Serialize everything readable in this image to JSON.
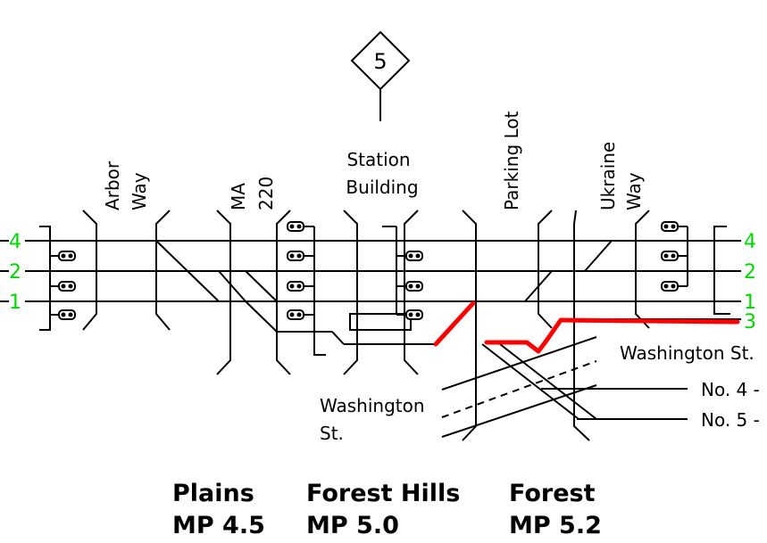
{
  "route_shield": {
    "number": "5"
  },
  "street_labels": {
    "arbor_1": "Arbor",
    "arbor_2": "Way",
    "ma_1": "MA",
    "ma_2": "220",
    "station_1": "Station",
    "station_2": "Building",
    "parking": "Parking Lot",
    "ukraine_1": "Ukraine",
    "ukraine_2": "Way",
    "washington_right": "Washington St.",
    "washington_left_1": "Washington",
    "washington_left_2": "St.",
    "no4": "No. 4 -",
    "no5": "No. 5 -"
  },
  "track_labels": {
    "left": {
      "t4": "4",
      "t2": "2",
      "t1": "1"
    },
    "right": {
      "t4": "4",
      "t2": "2",
      "t1": "1",
      "t3": "3"
    }
  },
  "locations": [
    {
      "name": "Plains",
      "mp": "MP 4.5"
    },
    {
      "name": "Forest Hills",
      "mp": "MP 5.0"
    },
    {
      "name": "Forest",
      "mp": "MP 5.2"
    }
  ],
  "colors": {
    "track_label": "#00d800",
    "highlight": "#ff0000",
    "line": "#000000"
  }
}
